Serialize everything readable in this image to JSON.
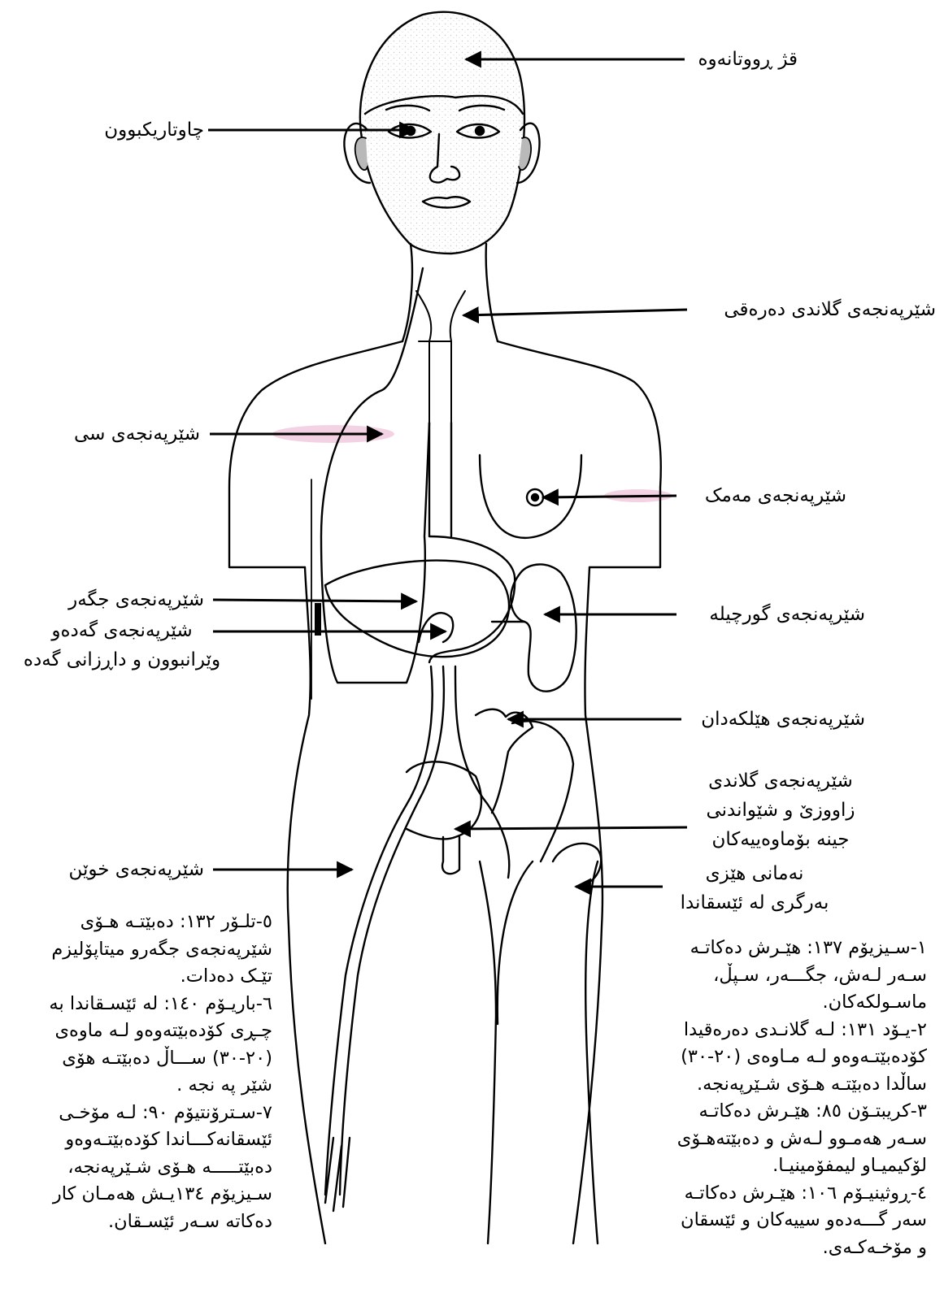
{
  "labels": {
    "hair_loss": "قژ ڕووتانەوە",
    "blindness": "چاوتاریکبوون",
    "thyroid_cancer": "شێرپەنجەی گلاندی دەرەقی",
    "lung_cancer": "شێرپەنجەی سی",
    "breast_cancer": "شێرپەنجەی مەمک",
    "liver_cancer": "شێرپەنجەی جگەر",
    "kidney_cancer": "شێرپەنجەی گورچیلە",
    "stomach_cancer": [
      "شێرپەنجەی گەدەو",
      "وێرانبوون و داڕزانی گەدە"
    ],
    "ovary_cancer": "شێرپەنجەی هێلکەدان",
    "reproductive_cancer": [
      "شێرپەنجەی گلاندی",
      "زاووزێ و شێواندنی",
      "جینە بۆماوەییەکان"
    ],
    "blood_cancer": "شێرپەنجەی خوێن",
    "bone_weakness": [
      "نەمانی هێزی",
      "بەرگری لە ئێسقاندا"
    ]
  },
  "notes_right": [
    "١-سـیزیۆم ١٣٧: هێـرش دەکاتـە",
    "سـەر لـەش، جگـــەر، سـپڵ،",
    "ماسـولکەکان.",
    "٢-یـۆد ١٣١: لـە گلانـدی دەرەقیدا",
    "کۆدەبێتـەوەو لـە مـاوەی (٢٠-٣٠)",
    "ساڵدا دەبێتـە هـۆی شـێرپەنجە.",
    "٣-کریبتـۆن ٨٥: هێـرش دەکاتـە",
    "سـەر هەمـوو لـەش و دەبێتەهـۆی",
    "لۆکیمیـاو لیمفۆمینیـا.",
    "٤-ڕوثینیـۆم ١٠٦: هێـرش دەکاتـە",
    "سەر گـــەدەو سییەکان و ئێسقان",
    "و مۆخـەکـەی."
  ],
  "notes_left": [
    "٥-تلـۆر ١٣٢: دەبێتـە هـۆی",
    "شێرپەنجەی جگەرو میتاپۆلیزم",
    "تێـک دەدات.",
    "٦-باریـۆم ١٤٠: لە ئێسـقاندا بە",
    "چـڕی کۆدەبێتەوەو لـە ماوەی",
    "(٢٠-٣٠) ســـاڵ دەبێتـە هۆی",
    "شێر پە نجە .",
    "٧-سـترۆنتیۆم ٩٠: لـە مۆخـی",
    "ئێسقانەکـــاندا کۆدەبێتـەوەو",
    "دەبێتـــــە هـۆی شـێرپەنجە،",
    "سـیزیۆم ١٣٤یـش هەمـان کار",
    "دەکاتە سـەر ئێسـقان."
  ],
  "colors": {
    "ink": "#000000",
    "highlight": "#f3d3e3",
    "hair": "#bdbdbd"
  }
}
